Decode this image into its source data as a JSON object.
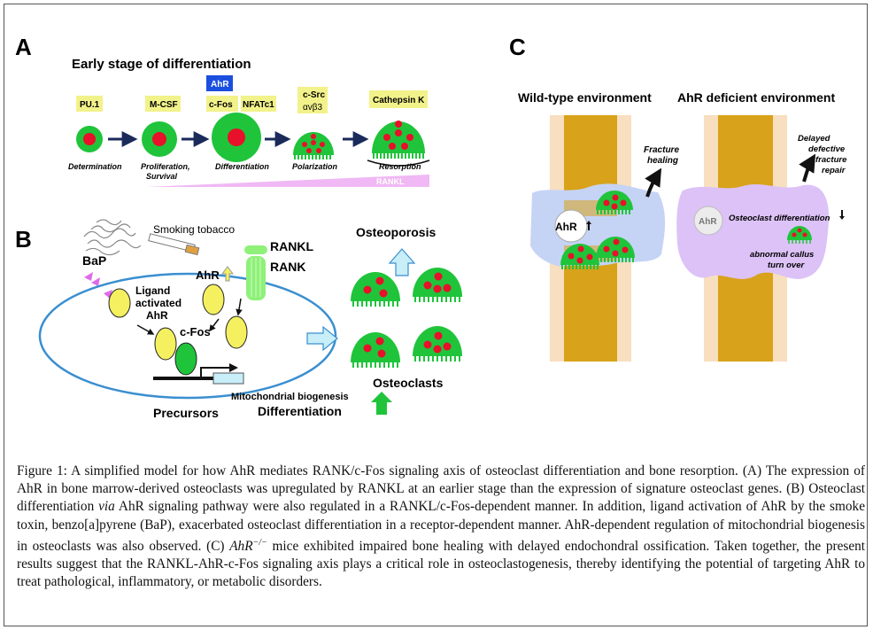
{
  "panel_a": {
    "letter": "A",
    "title": "Early stage of differentiation",
    "tags": [
      "PU.1",
      "M-CSF",
      "AhR",
      "c-Fos",
      "NFATc1",
      "c-Src",
      "αvβ3",
      "Cathepsin K"
    ],
    "stages": [
      "Determination",
      "Proliferation,",
      "Survival",
      "Differentiation",
      "Polarization",
      "Resorption"
    ],
    "rankl_label": "RANKL"
  },
  "panel_b": {
    "letter": "B",
    "smoking": "Smoking tobacco",
    "bap": "BaP",
    "ligand": [
      "Ligand",
      "activated",
      "AhR"
    ],
    "ahr_up": "AhR",
    "rankl": "RANKL",
    "rank": "RANK",
    "cfos": "c-Fos",
    "precursors": "Precursors",
    "mito": "Mitochondrial biogenesis",
    "differentiation": "Differentiation",
    "osteoporosis": "Osteoporosis",
    "osteoclasts": "Osteoclasts"
  },
  "panel_c": {
    "letter": "C",
    "wild_type": "Wild-type environment",
    "deficient": "AhR deficient environment",
    "ahr_up": "AhR",
    "ahr": "AhR",
    "fracture_healing": [
      "Fracture",
      "healing"
    ],
    "delayed": [
      "Delayed",
      "defective",
      "fracture",
      "repair"
    ],
    "osteoclast_diff": "Osteoclast differentiation",
    "abnormal": [
      "abnormal callus",
      "turn over"
    ]
  },
  "caption": {
    "label": "Figure 1:",
    "s1": "A simplified model for how AhR mediates RANK/c-Fos signaling axis of osteoclast differentiation and bone resorption. (A) The expression of AhR in bone marrow-derived osteoclasts was upregulated by RANKL at an earlier stage than the expression of signature osteoclast genes. (B) Osteoclast differentiation",
    "via": "via",
    "s2": "AhR signaling pathway were also regulated in a RANKL/c-Fos-dependent manner. In addition, ligand activation of AhR by the smoke toxin, benzo[a]pyrene (BaP), exacerbated osteoclast differentiation in a receptor-dependent manner. AhR-dependent regulation of mitochondrial biogenesis in osteoclasts was also observed. (C)",
    "ahr_ko": "AhR",
    "ahr_ko_sup": "−/−",
    "s3": "mice exhibited impaired bone healing with delayed endochondral ossification. Taken together, the present results suggest that the RANKL-AhR-c-Fos signaling axis plays a critical role in osteoclastogenesis, thereby identifying the potential of targeting AhR to treat pathological, inflammatory, or metabolic disorders."
  },
  "colors": {
    "green": "#1fc43a",
    "red": "#e8102a",
    "yellow_tag": "#f2f28a",
    "cell_yellow": "#f4f060",
    "bone": "#d8a21a",
    "marrow": "#f7dfc0",
    "blue_blob": "#c5d3f5",
    "purple_blob": "#dcc2f7",
    "ahr_box": "#1a4fe0",
    "membrane": "#3a8fd0"
  }
}
